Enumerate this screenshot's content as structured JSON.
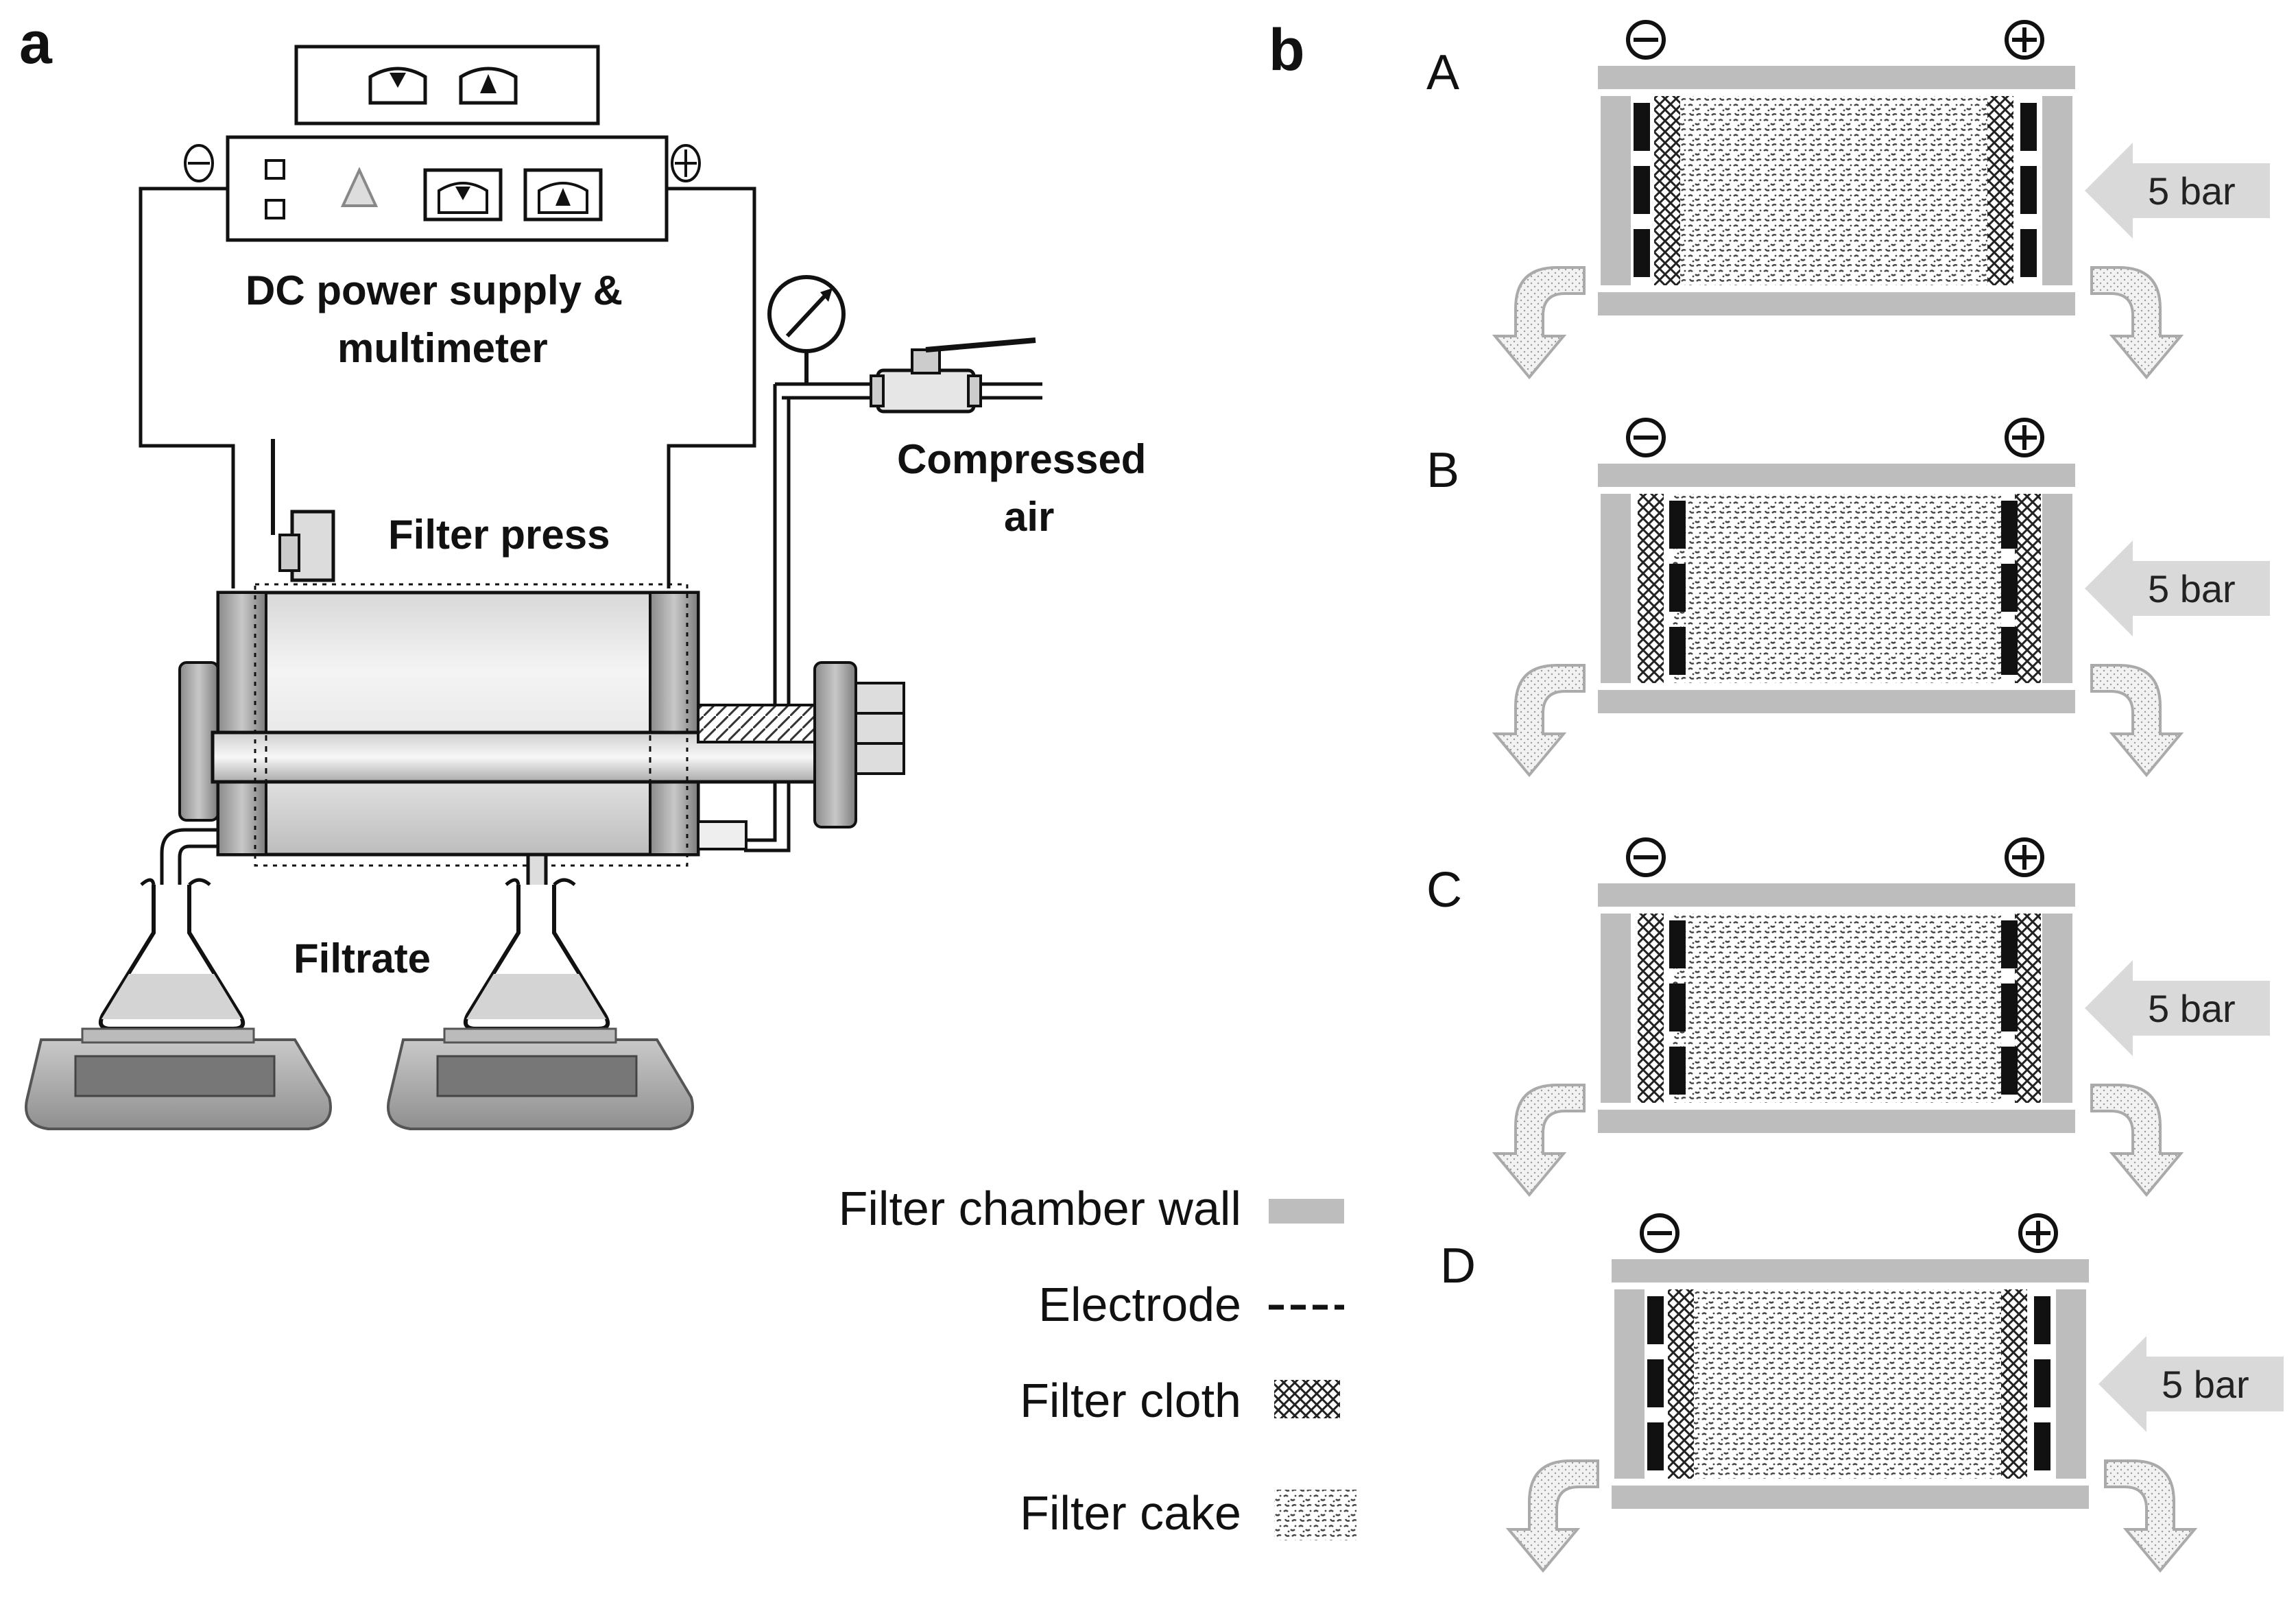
{
  "panel_a": {
    "letter": "a",
    "power_supply_label_line1": "DC power supply &",
    "power_supply_label_line2": "multimeter",
    "compressed_air_line1": "Compressed",
    "compressed_air_line2": "air",
    "filter_press_label": "Filter press",
    "filtrate_label": "Filtrate"
  },
  "panel_b": {
    "letter": "b",
    "configurations": [
      {
        "id": "A",
        "pressure": "5 bar"
      },
      {
        "id": "B",
        "pressure": "5 bar"
      },
      {
        "id": "C",
        "pressure": "5 bar"
      },
      {
        "id": "D",
        "pressure": "5 bar"
      }
    ]
  },
  "legend": {
    "items": [
      {
        "key": "wall",
        "label": "Filter chamber wall"
      },
      {
        "key": "electrode",
        "label": "Electrode"
      },
      {
        "key": "cloth",
        "label": "Filter cloth"
      },
      {
        "key": "cake",
        "label": "Filter cake"
      }
    ]
  },
  "colors": {
    "wall": "#bdbdbd",
    "electrode": "#111111",
    "cloth": "#333333",
    "cake": "#9e9e9e",
    "arrow_fill": "#d9d9d9"
  }
}
